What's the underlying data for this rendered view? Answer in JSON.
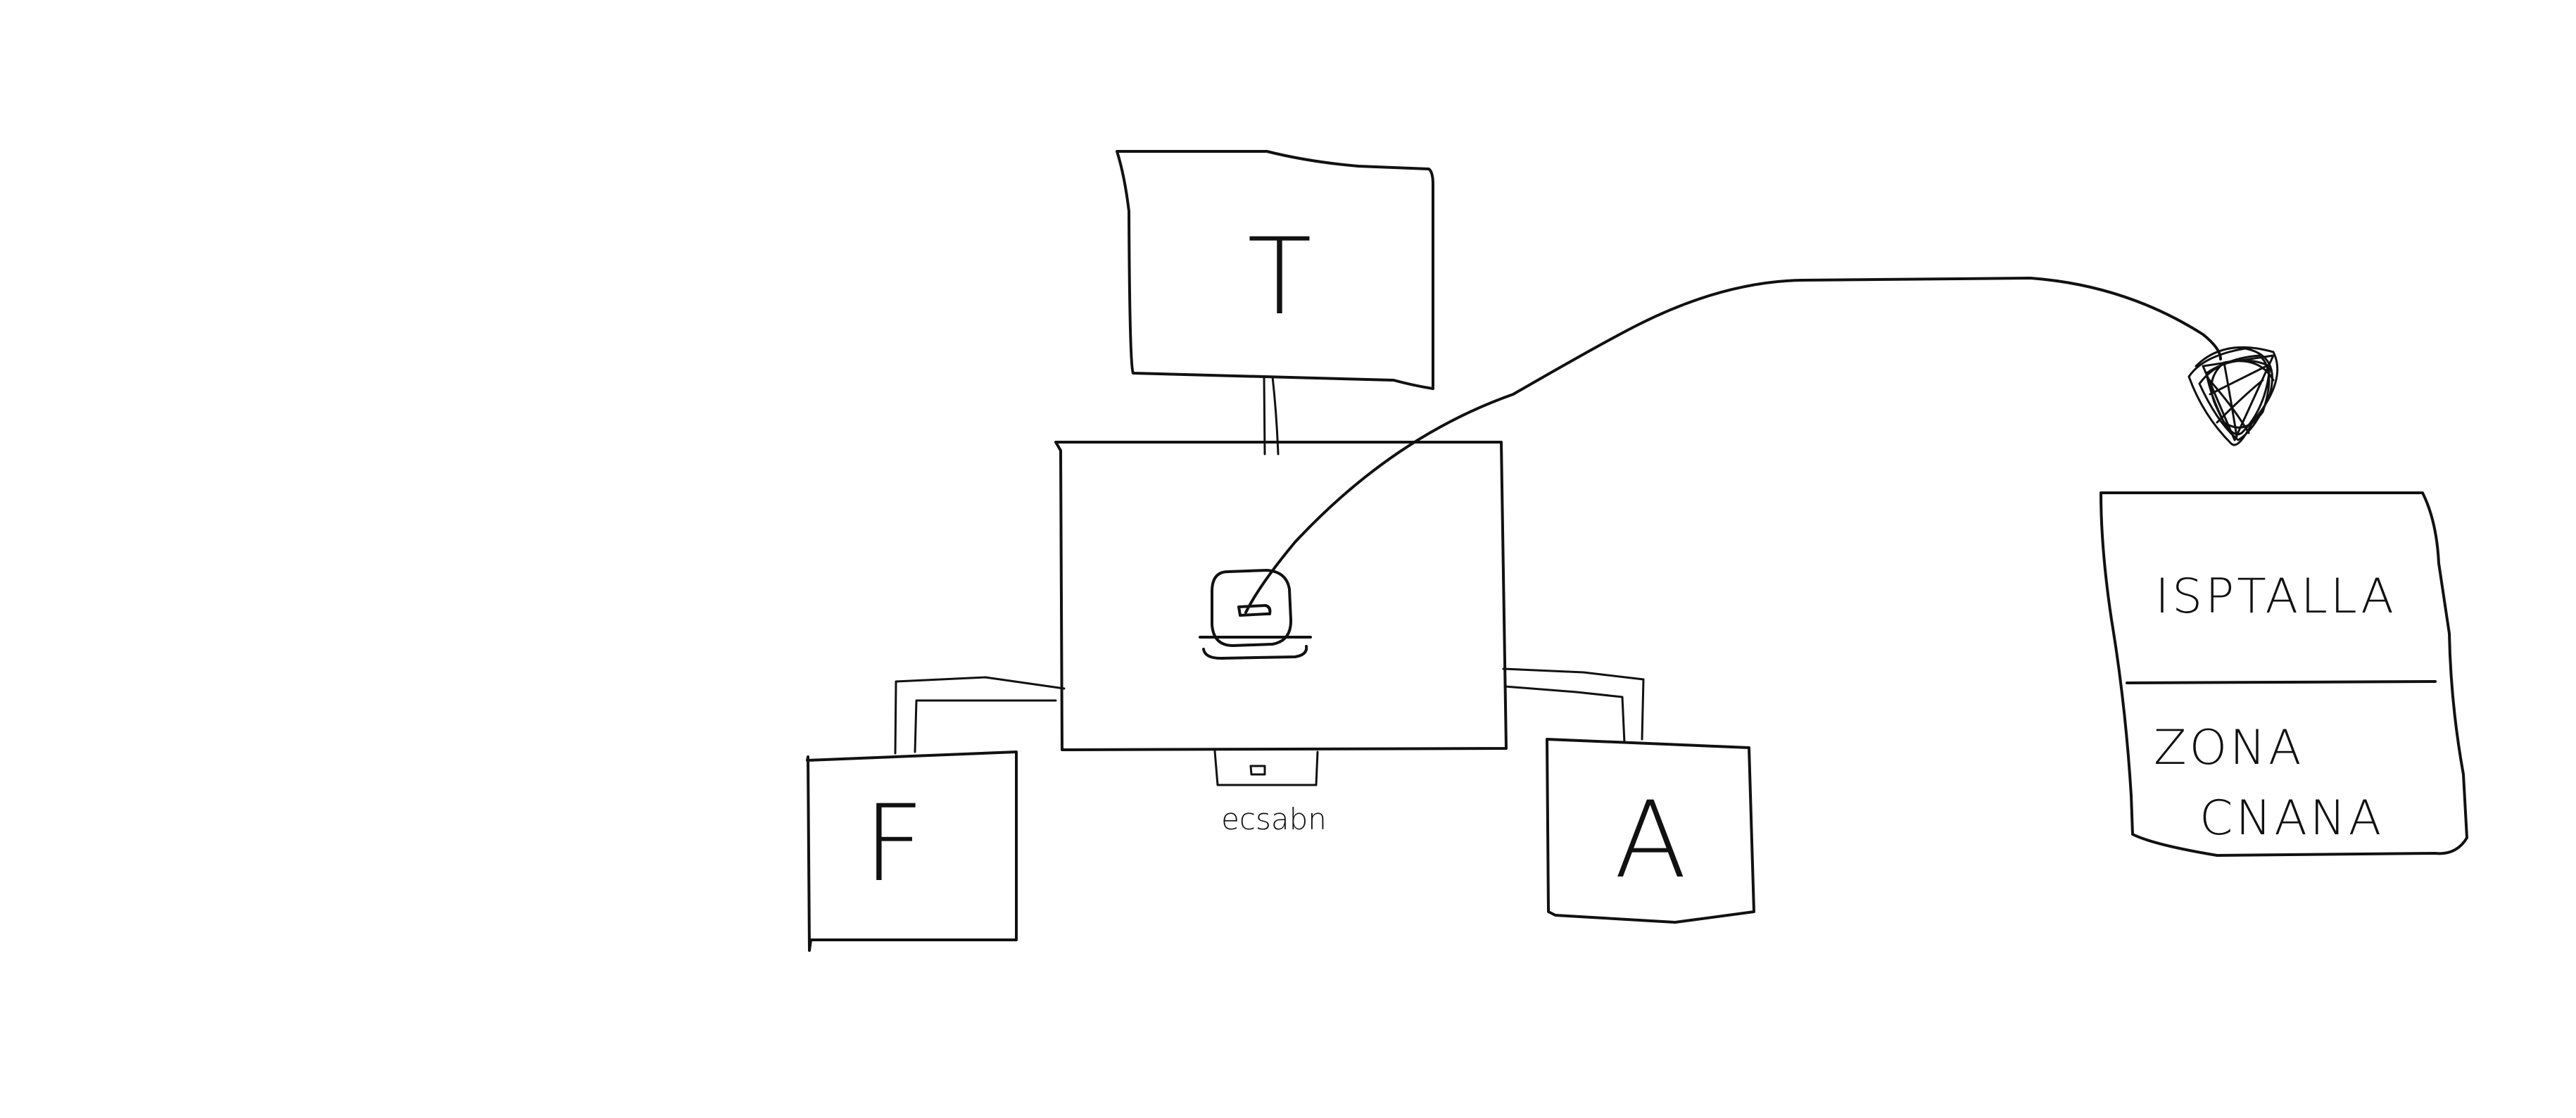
{
  "diagram": {
    "stroke_color": "#111111",
    "background_color": "#ffffff",
    "blocks": {
      "top": {
        "label": "T"
      },
      "left": {
        "label": "F"
      },
      "right": {
        "label": "A"
      },
      "center": {
        "icon": "rounded-square-symbol-icon"
      }
    },
    "under_center_label": "ecsabn",
    "side_panel": {
      "upper_text": "ISPTALLA",
      "lower_line1": "ZONA",
      "lower_line2": "CNANA"
    },
    "scribble": {
      "icon": "scribble-blob-icon"
    }
  }
}
